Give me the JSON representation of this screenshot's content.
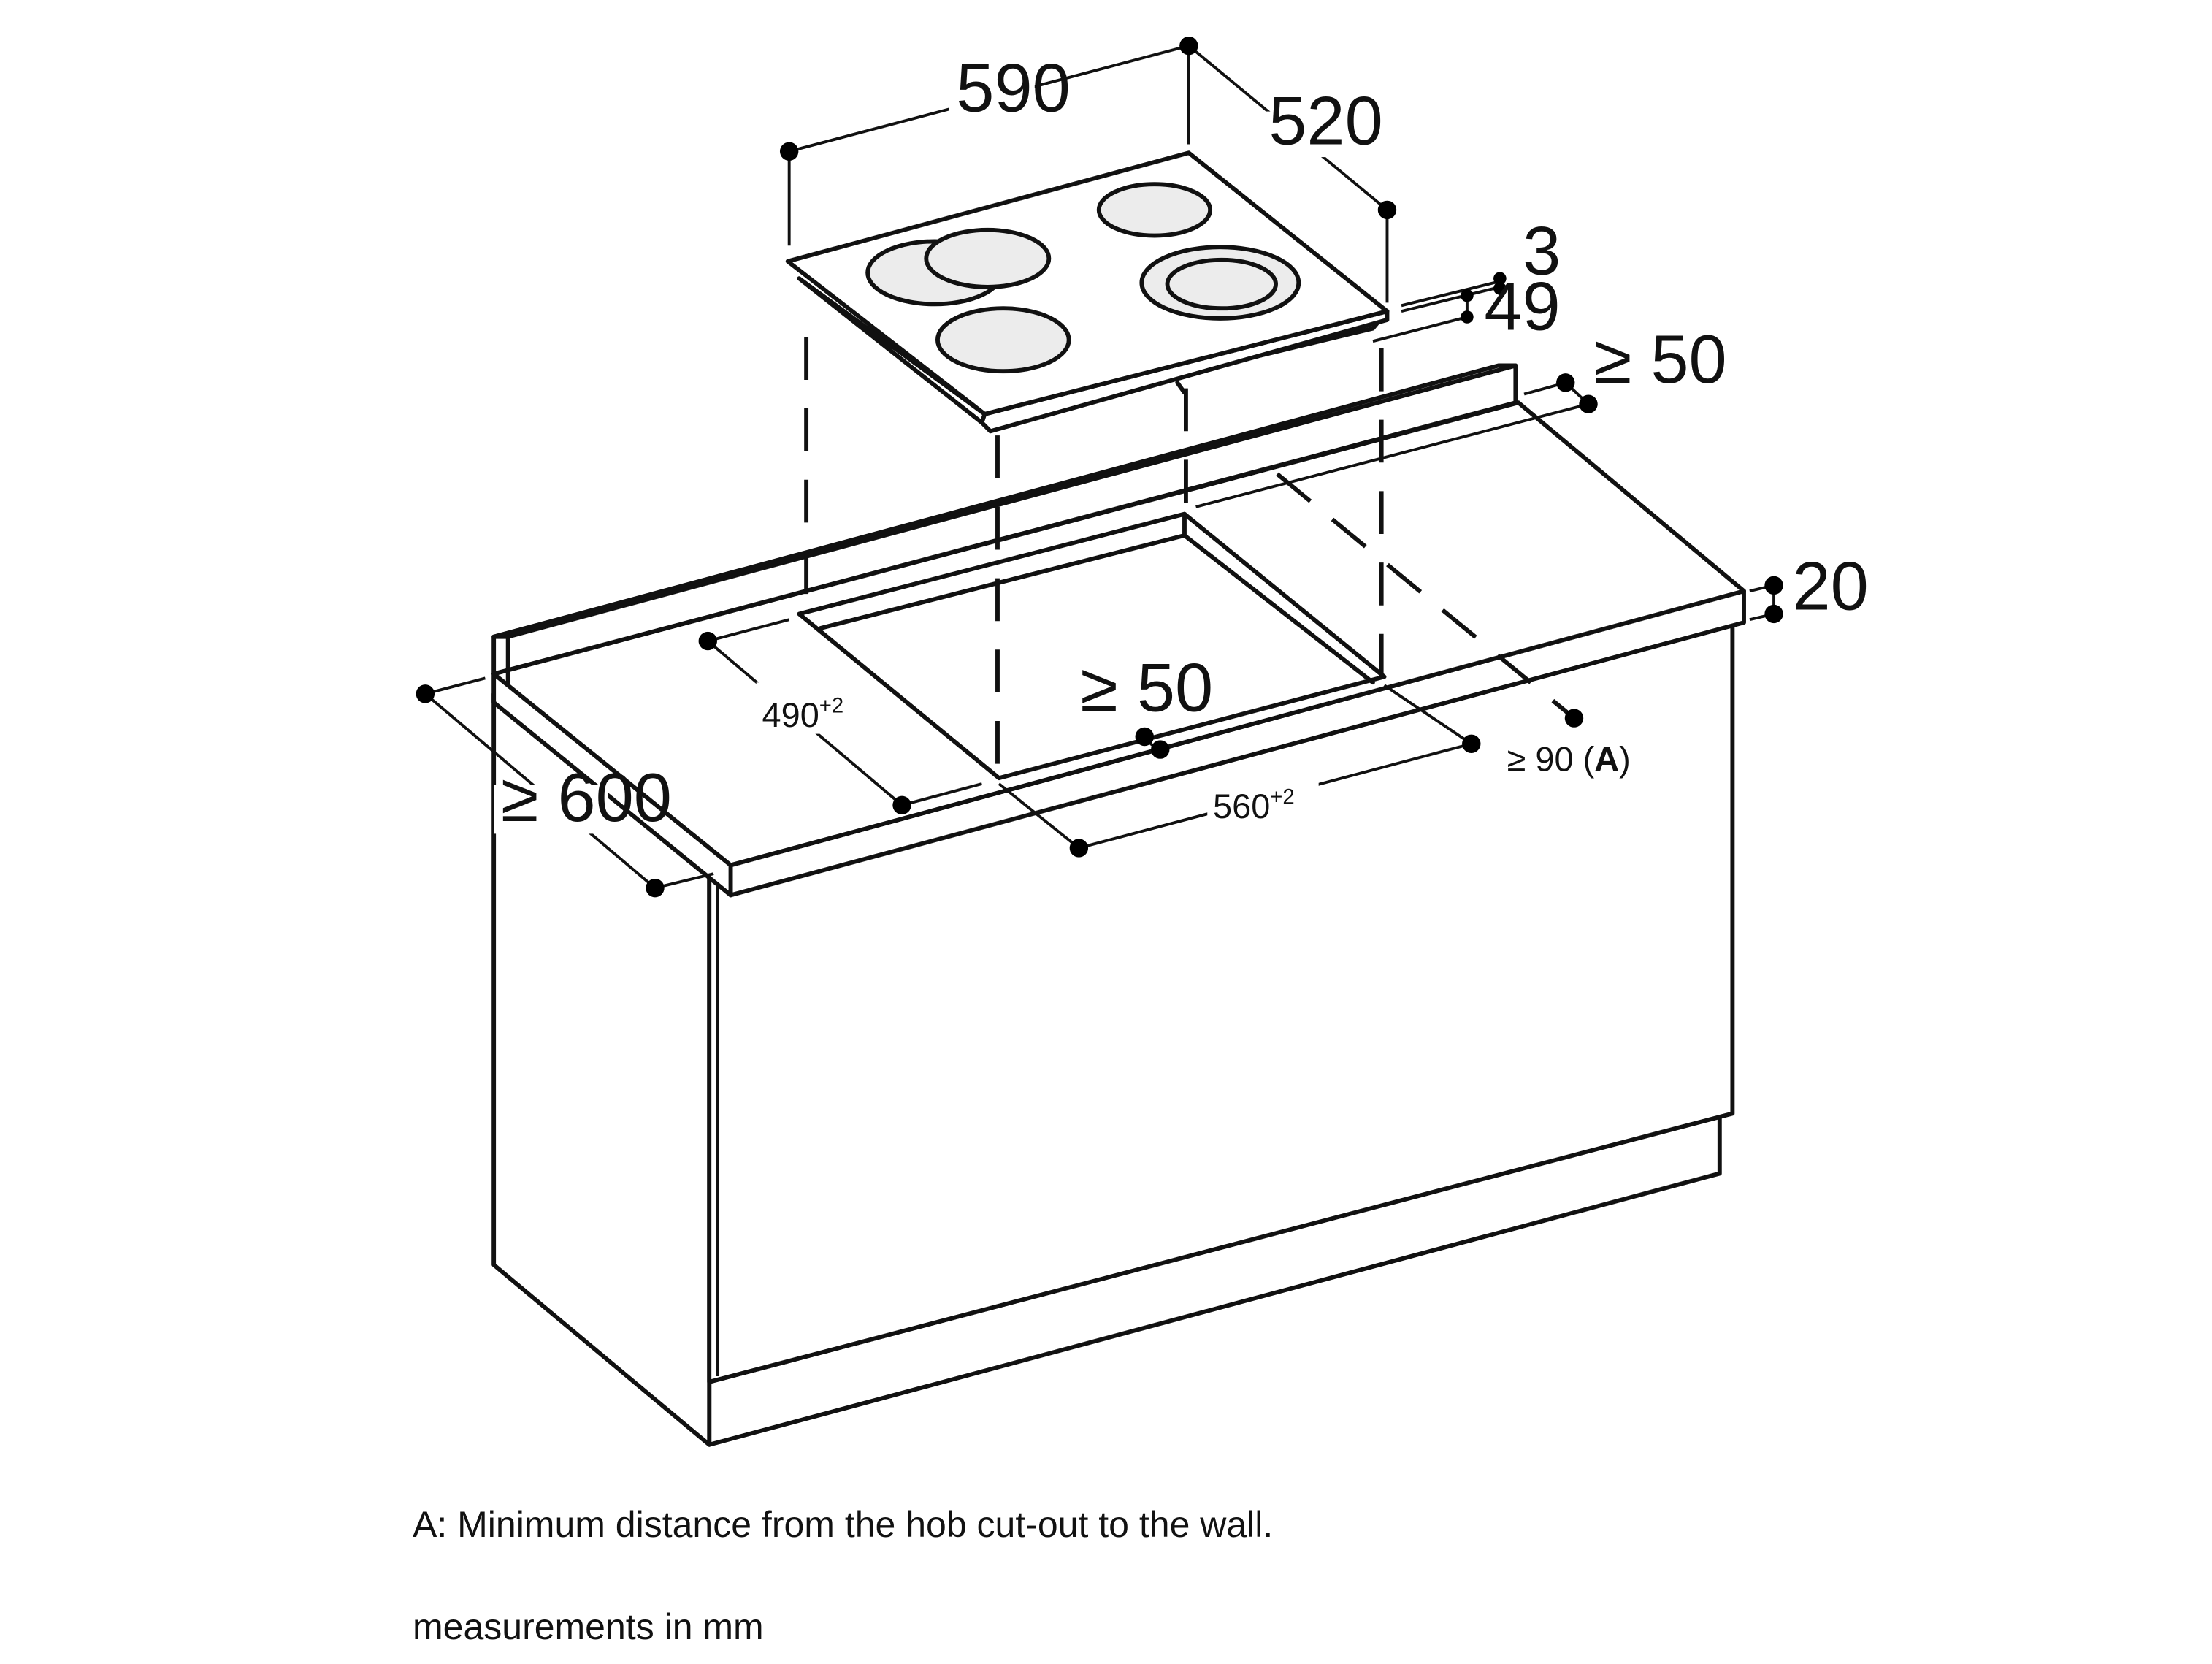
{
  "dimensions": {
    "hob_width": "590",
    "hob_depth": "520",
    "glass_thickness": "3",
    "hob_height": "49",
    "rear_clearance": "≥ 50",
    "worktop_thickness": "20",
    "cutout_depth": "490",
    "cutout_depth_tolerance": "+2",
    "cutout_width": "560",
    "cutout_width_tolerance": "+2",
    "front_clearance": "≥ 50",
    "side_clearance": "≥ 90",
    "side_clearance_ref": "A",
    "worktop_depth": "≥ 600"
  },
  "notes": {
    "footnote_a": "A: Minimum distance from the hob cut-out to the wall.",
    "units": "measurements in mm"
  },
  "colors": {
    "line": "#111111",
    "cooking_zone_fill": "#ececec",
    "background": "#ffffff"
  }
}
